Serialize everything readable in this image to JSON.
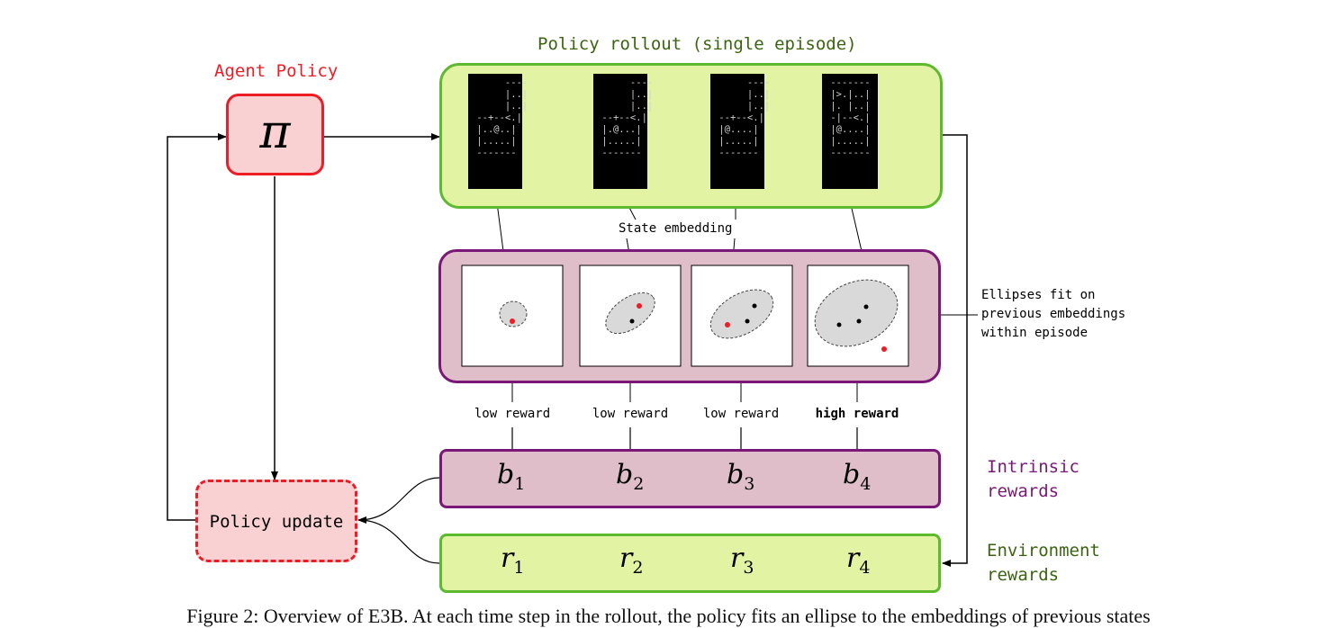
{
  "labels": {
    "agent_policy": "Agent Policy",
    "pi_symbol": "π",
    "policy_rollout_title": "Policy rollout (single episode)",
    "state_embedding": "State embedding",
    "ellipses_note_line1": "Ellipses fit on",
    "ellipses_note_line2": "previous embeddings",
    "ellipses_note_line3": "within episode",
    "policy_update": "Policy update",
    "intrinsic_line1": "Intrinsic",
    "intrinsic_line2": "rewards",
    "environment_line1": "Environment",
    "environment_line2": "rewards"
  },
  "reward_labels": [
    "low reward",
    "low reward",
    "low reward",
    "high reward"
  ],
  "intrinsic_rewards": [
    {
      "base": "b",
      "sub": "1"
    },
    {
      "base": "b",
      "sub": "2"
    },
    {
      "base": "b",
      "sub": "3"
    },
    {
      "base": "b",
      "sub": "4"
    }
  ],
  "environment_rewards": [
    {
      "base": "r",
      "sub": "1"
    },
    {
      "base": "r",
      "sub": "2"
    },
    {
      "base": "r",
      "sub": "3"
    },
    {
      "base": "r",
      "sub": "4"
    }
  ],
  "screens": [
    "      ----\n      |..|\n      |..|\n --+--<.|\n |..@..|\n |.....|\n -------",
    "      ----\n      |..|\n      |..|\n --+--<.|\n |.@...|\n |.....|\n -------",
    "      ----\n      |..|\n      |..|\n --+--<.|\n |@....|\n |.....|\n -------",
    " -------\n |>.|..|\n |. |..|\n -|--<.|\n |@....|\n |.....|\n -------"
  ],
  "caption": "Figure 2: Overview of E3B. At each time step in the rollout, the policy fits an ellipse to the embeddings of previous states",
  "colors": {
    "policy_red": "#ee1c25",
    "policy_fill": "#fad1d2",
    "green_border": "#5db92d",
    "green_fill": "#e2f3a3",
    "green_text": "#3b6410",
    "purple_border": "#7a1878",
    "purple_fill": "#dfbdc9",
    "purple_text": "#7a1878",
    "ellipse_fill": "#d9d9d9",
    "dot_red": "#ee1c25"
  }
}
